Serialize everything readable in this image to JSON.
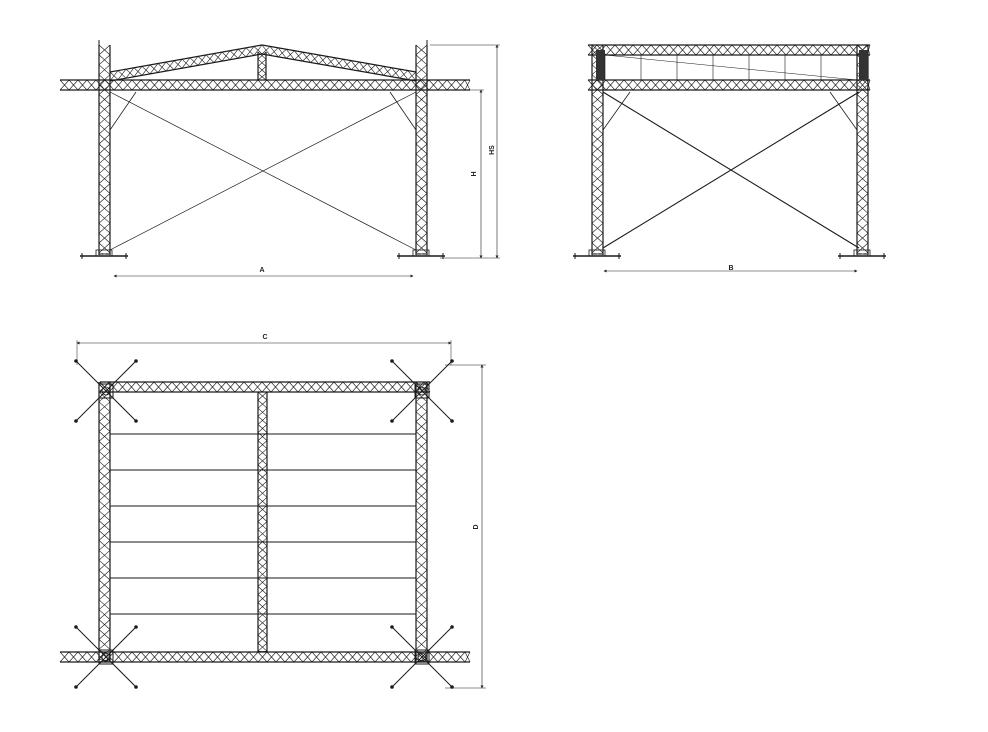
{
  "drawing": {
    "line_color": "#1a1a1a",
    "background": "#ffffff",
    "views": {
      "front": {
        "span_label": "A",
        "height_label": "H",
        "total_height_label": "HS"
      },
      "side": {
        "span_label": "B"
      },
      "plan": {
        "width_label": "C",
        "depth_label": "D"
      }
    }
  }
}
